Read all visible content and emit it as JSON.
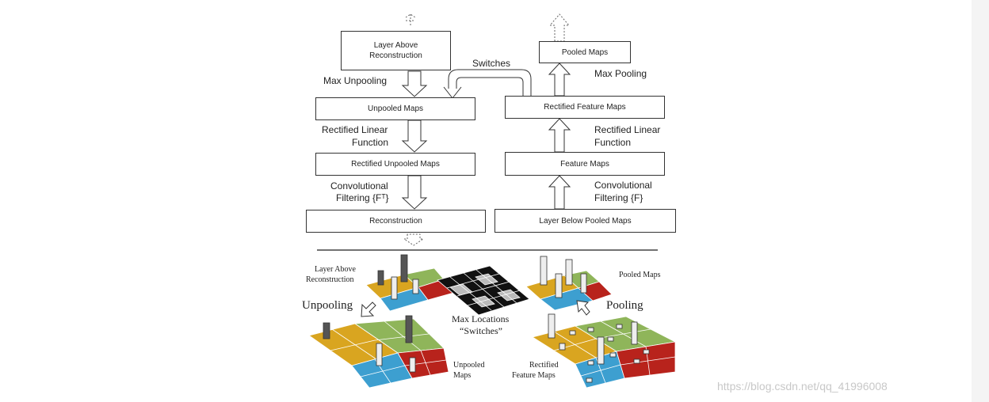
{
  "top_left": {
    "box1": "Layer Above\nReconstruction",
    "box2": "Unpooled Maps",
    "box3": "Rectified Unpooled Maps",
    "box4": "Reconstruction",
    "label1": "Max Unpooling",
    "label2a": "Rectified Linear",
    "label2b": "Function",
    "label3a": "Convolutional",
    "label3b": "Filtering {Fᵀ}"
  },
  "top_right": {
    "box1": "Pooled Maps",
    "box2": "Rectified Feature Maps",
    "box3": "Feature Maps",
    "box4": "Layer Below Pooled Maps",
    "label1": "Max Pooling",
    "label2a": "Rectified Linear",
    "label2b": "Function",
    "label3a": "Convolutional",
    "label3b": "Filtering {F}"
  },
  "switches_label": "Switches",
  "bottom": {
    "layer_above_a": "Layer Above",
    "layer_above_b": "Reconstruction",
    "unpooling": "Unpooling",
    "max_locations_a": "Max Locations",
    "max_locations_b": "“Switches”",
    "pooled_maps": "Pooled Maps",
    "pooling": "Pooling",
    "unpooled_maps_a": "Unpooled",
    "unpooled_maps_b": "Maps",
    "rectified_a": "Rectified",
    "rectified_b": "Feature Maps"
  },
  "colors": {
    "yellow": "#d9a520",
    "green": "#8fb55a",
    "blue": "#3d9fd0",
    "red": "#b8231c"
  },
  "watermark": "https://blog.csdn.net/qq_41996008"
}
